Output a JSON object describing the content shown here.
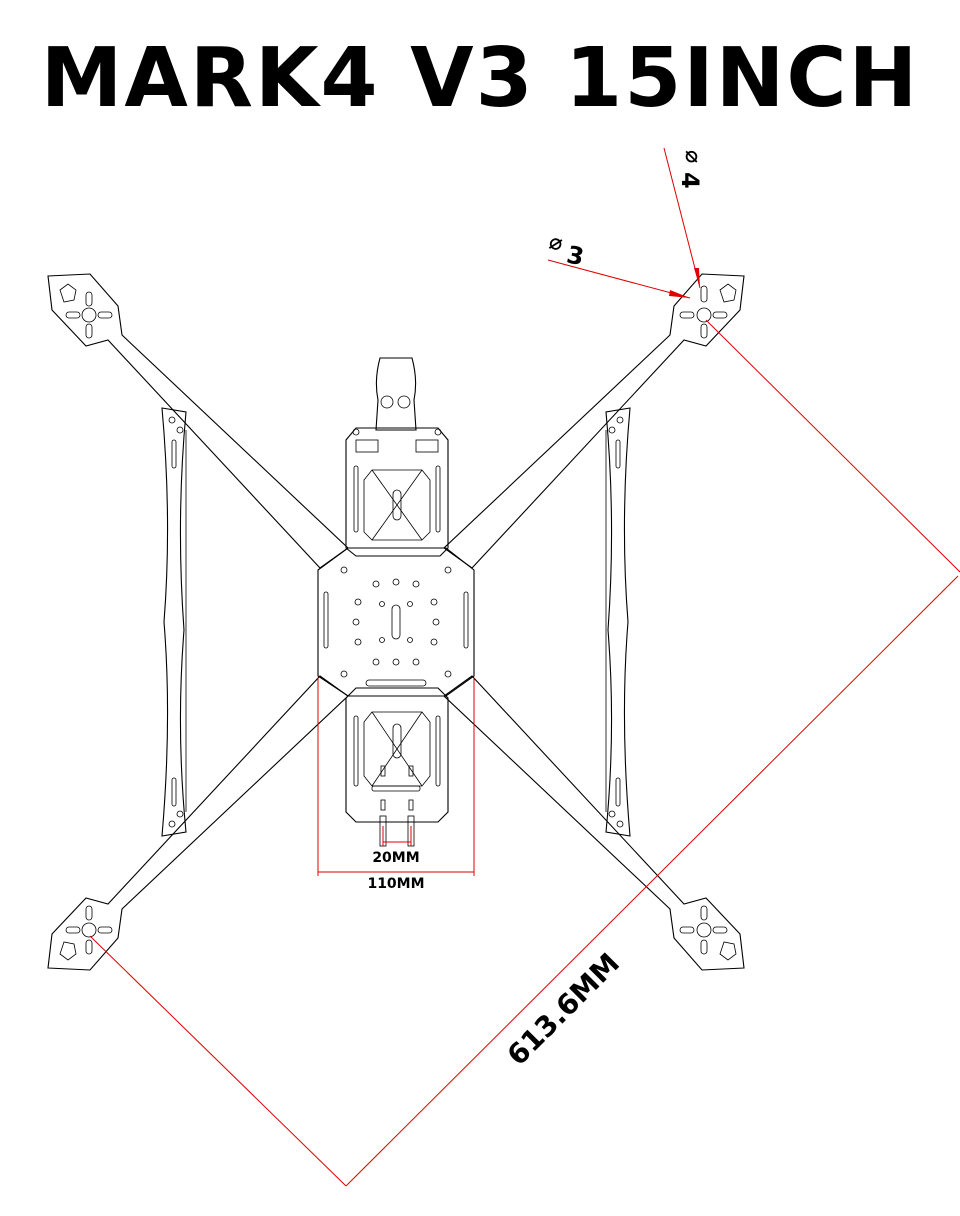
{
  "title": "MARK4 V3 15INCH",
  "annotations": {
    "hole_dia_large": "4",
    "hole_dia_small": "3",
    "diameter_symbol": "⌀",
    "stack_spacing": "20MM",
    "frame_width": "110MM",
    "wheelbase": "613.6MM"
  },
  "colors": {
    "dimension_line": "#e00000",
    "outline": "#000000",
    "background": "#ffffff"
  }
}
